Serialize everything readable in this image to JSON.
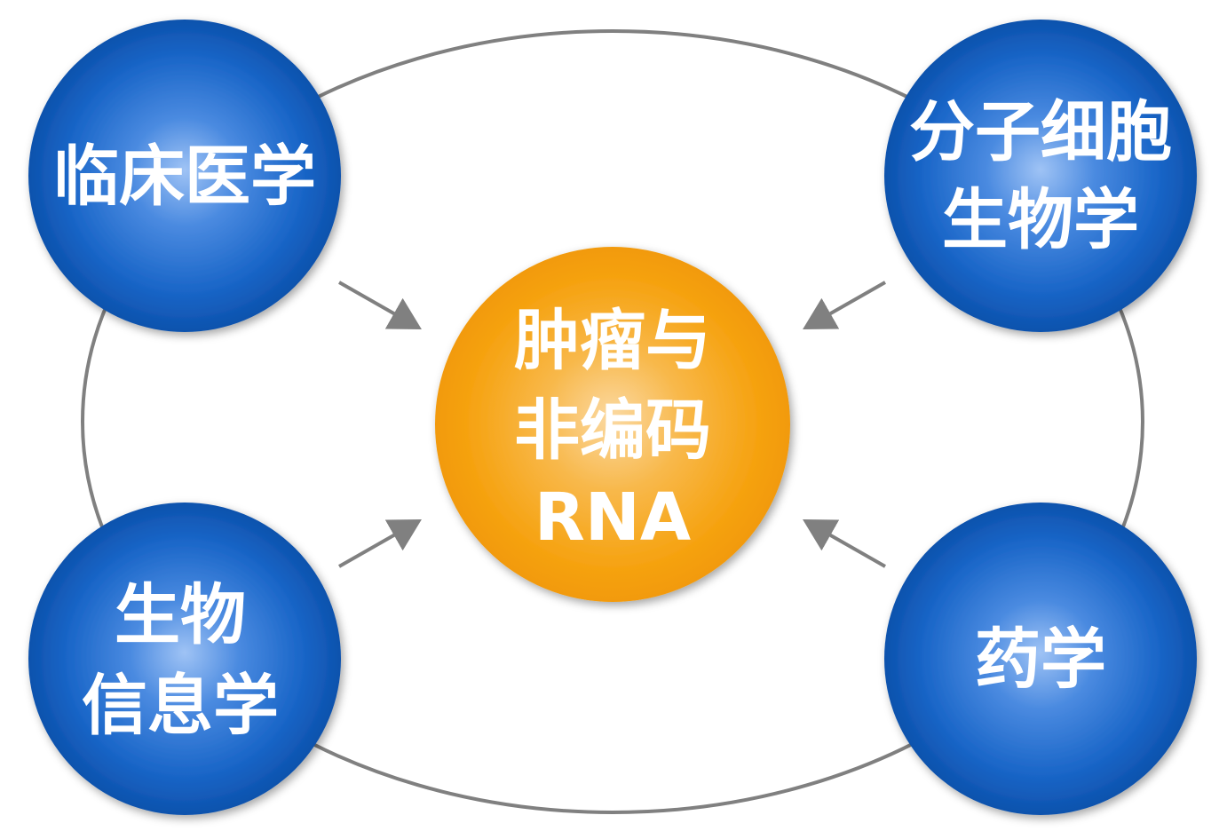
{
  "nodes": {
    "center": {
      "lines": [
        "肿瘤与",
        "非编码",
        "RNA"
      ],
      "color": "#f7a20f"
    },
    "top_left": {
      "lines": [
        "临床医学"
      ],
      "color": "#1565c0"
    },
    "top_right": {
      "lines": [
        "分子细胞",
        "生物学"
      ],
      "color": "#1565c0"
    },
    "bottom_left": {
      "lines": [
        "生物",
        "信息学"
      ],
      "color": "#1565c0"
    },
    "bottom_right": {
      "lines": [
        "药学"
      ],
      "color": "#1565c0"
    }
  },
  "edges": [
    {
      "from": "top_left",
      "to": "center",
      "type": "arrow"
    },
    {
      "from": "top_right",
      "to": "center",
      "type": "arrow"
    },
    {
      "from": "bottom_left",
      "to": "center",
      "type": "arrow"
    },
    {
      "from": "bottom_right",
      "to": "center",
      "type": "arrow"
    }
  ],
  "connector_color": "#808080"
}
